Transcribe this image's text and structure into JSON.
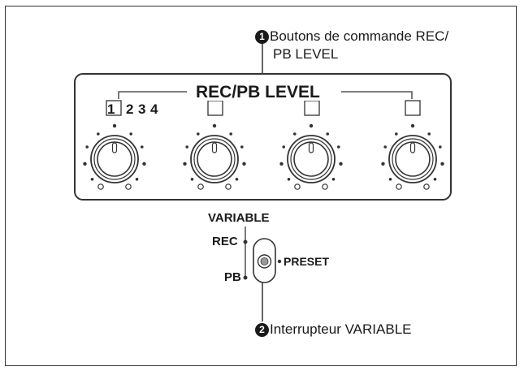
{
  "callouts": {
    "one": {
      "badge": "1",
      "line1": "Boutons de commande REC/",
      "line2": "PB LEVEL"
    },
    "two": {
      "badge": "2",
      "text": "Interrupteur VARIABLE"
    }
  },
  "panel": {
    "title": "REC/PB LEVEL",
    "channel_numbers": [
      "1",
      "2",
      "3",
      "4"
    ],
    "knob_count": 4
  },
  "switch": {
    "title": "VARIABLE",
    "label_rec": "REC",
    "label_pb": "PB",
    "label_preset": "PRESET"
  },
  "colors": {
    "line": "#333333",
    "text": "#1a1a1a"
  }
}
